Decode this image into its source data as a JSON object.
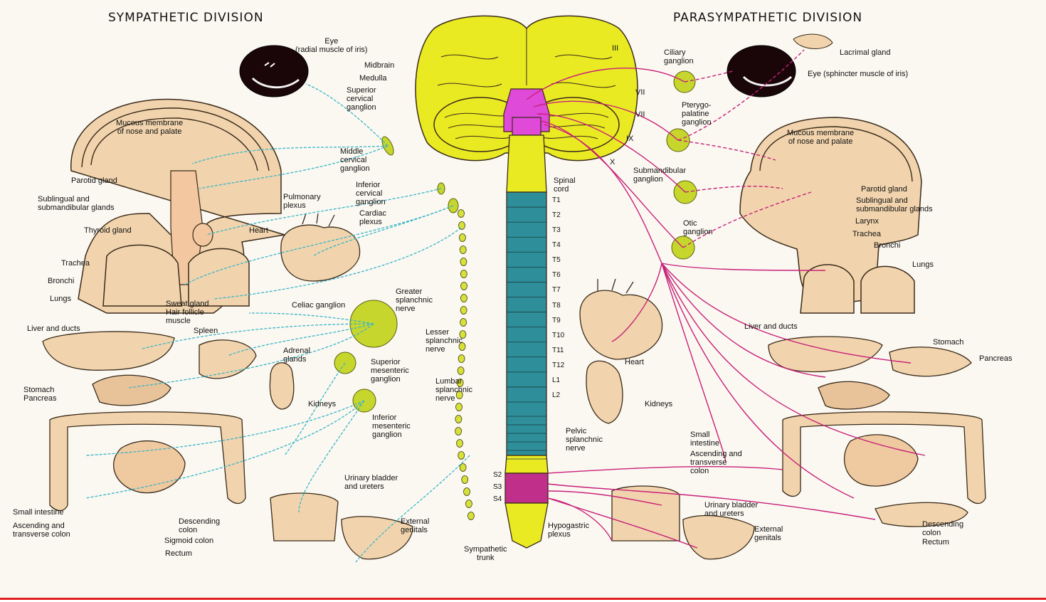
{
  "titles": {
    "sympathetic": "SYMPATHETIC DIVISION",
    "parasympathetic": "PARASYMPATHETIC DIVISION"
  },
  "colors": {
    "sympathetic_nerve": "#3ab5c9",
    "parasympathetic_nerve": "#c8207a",
    "brain": "#eaea22",
    "brainstem": "#e04ad8",
    "thoracic_cord": "#2e8f9a",
    "ganglion": "#c7d62c",
    "tissue": "#f1d4ad",
    "divider": "#e02020"
  },
  "sympathetic_labels": {
    "eye": "Eye\n(radial muscle of iris)",
    "midbrain": "Midbrain",
    "medulla": "Medulla",
    "sup_cervical": "Superior\ncervical\nganglion",
    "mucous": "Mucous membrane\nof nose and palate",
    "mid_cervical": "Middle\ncervical\nganglion",
    "parotid": "Parotid gland",
    "inf_cervical": "Inferior\ncervical\nganglion",
    "sublingual": "Sublingual and\nsubmandibular glands",
    "pulmonary": "Pulmonary\nplexus",
    "cardiac": "Cardiac\nplexus",
    "thyroid": "Thyroid gland",
    "heart": "Heart",
    "trachea": "Trachea",
    "bronchi": "Bronchi",
    "lungs": "Lungs",
    "sweat": "Sweat gland\nHair follicle\nmuscle",
    "celiac": "Celiac ganglion",
    "greater": "Greater\nsplanchnic\nnerve",
    "liver": "Liver and ducts",
    "spleen": "Spleen",
    "lesser": "Lesser\nsplanchnic\nnerve",
    "adrenal": "Adrenal\nglands",
    "sup_mesenteric": "Superior\nmesenteric\nganglion",
    "stomach_pancreas": "Stomach\nPancreas",
    "lumbar": "Lumbar\nsplanchnic\nnerve",
    "kidneys": "Kidneys",
    "inf_mesenteric": "Inferior\nmesenteric\nganglion",
    "bladder": "Urinary bladder\nand ureters",
    "small_int": "Small intestine",
    "asc_trans": "Ascending and\ntransverse colon",
    "descending": "Descending\ncolon",
    "sigmoid": "Sigmoid colon",
    "rectum": "Rectum",
    "ext_genitals": "External\ngenitals",
    "symp_trunk": "Sympathetic\ntrunk"
  },
  "parasympathetic_labels": {
    "cn3": "III",
    "ciliary": "Ciliary\nganglion",
    "lacrimal": "Lacrimal gland",
    "eye": "Eye (sphincter muscle of iris)",
    "cn7a": "VII",
    "cn7b": "VII",
    "pterygo": "Pterygo-\npalatine\nganglion",
    "cn9": "IX",
    "mucous": "Mucous membrane\nof nose and palate",
    "cn10": "X",
    "submandibular": "Submandibular\nganglion",
    "spinal_cord": "Spinal\ncord",
    "parotid": "Parotid gland",
    "sublingual": "Sublingual and\nsubmandibular glands",
    "larynx": "Larynx",
    "otic": "Otic\nganglion",
    "trachea": "Trachea",
    "bronchi": "Bronchi",
    "lungs": "Lungs",
    "liver": "Liver and ducts",
    "stomach": "Stomach",
    "pancreas": "Pancreas",
    "heart": "Heart",
    "kidneys": "Kidneys",
    "pelvic": "Pelvic\nsplanchnic\nnerve",
    "small_int": "Small\nintestine",
    "asc_trans": "Ascending and\ntransverse\ncolon",
    "bladder": "Urinary bladder\nand ureters",
    "ext_genitals": "External\ngenitals",
    "descending": "Descending\ncolon",
    "rectum": "Rectum",
    "hypogastric": "Hypogastric\nplexus"
  },
  "cord_segments": [
    "T1",
    "T2",
    "T3",
    "T4",
    "T5",
    "T6",
    "T7",
    "T8",
    "T9",
    "T10",
    "T11",
    "T12",
    "L1",
    "L2"
  ],
  "sacral_segments": [
    "S2",
    "S3",
    "S4"
  ]
}
